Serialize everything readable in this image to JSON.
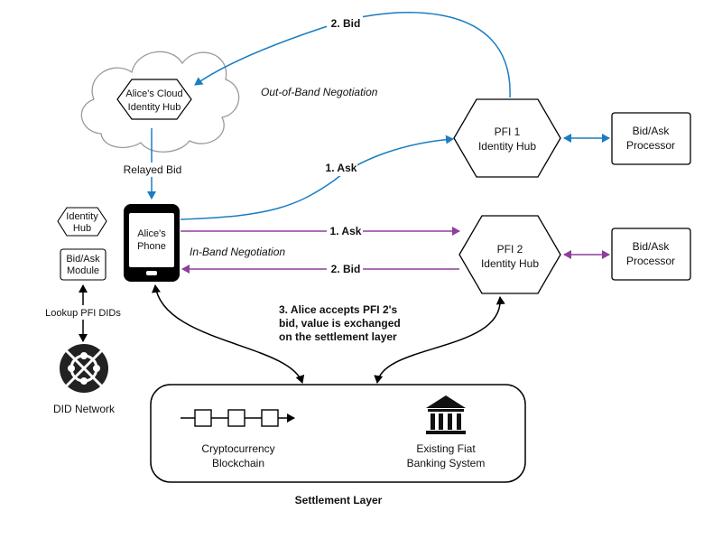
{
  "colors": {
    "blue": "#1a7dc0",
    "purple": "#8e3f9c",
    "black": "#000000",
    "cloud_stroke": "#9a9a9a"
  },
  "cloud": {
    "line1": "Alice's Cloud",
    "line2": "Identity Hub"
  },
  "out_of_band": "Out-of-Band Negotiation",
  "in_band": "In-Band Negotiation",
  "relayed_bid": "Relayed Bid",
  "phone": {
    "line1": "Alice's",
    "line2": "Phone"
  },
  "pfi1": {
    "line1": "PFI 1",
    "line2": "Identity Hub"
  },
  "pfi2": {
    "line1": "PFI 2",
    "line2": "Identity Hub"
  },
  "processor1": {
    "line1": "Bid/Ask",
    "line2": "Processor"
  },
  "processor2": {
    "line1": "Bid/Ask",
    "line2": "Processor"
  },
  "identity_hub_small": {
    "line1": "Identity",
    "line2": "Hub"
  },
  "bidask_module": {
    "line1": "Bid/Ask",
    "line2": "Module"
  },
  "lookup": "Lookup PFI DIDs",
  "did_network": "DID Network",
  "arrows": {
    "bid_out_of_band": "2. Bid",
    "ask_out_of_band": "1. Ask",
    "ask_in_band": "1. Ask",
    "bid_in_band": "2. Bid"
  },
  "accept_note": {
    "line1": "3. Alice accepts PFI 2's",
    "line2": "bid, value is exchanged",
    "line3": "on the settlement layer"
  },
  "crypto": {
    "line1": "Cryptocurrency",
    "line2": "Blockchain"
  },
  "fiat": {
    "line1": "Existing Fiat",
    "line2": "Banking System"
  },
  "settlement_layer": "Settlement Layer",
  "icons": [
    "did-network-icon",
    "bank-icon",
    "blockchain-icon",
    "cloud-icon",
    "phone-icon"
  ]
}
